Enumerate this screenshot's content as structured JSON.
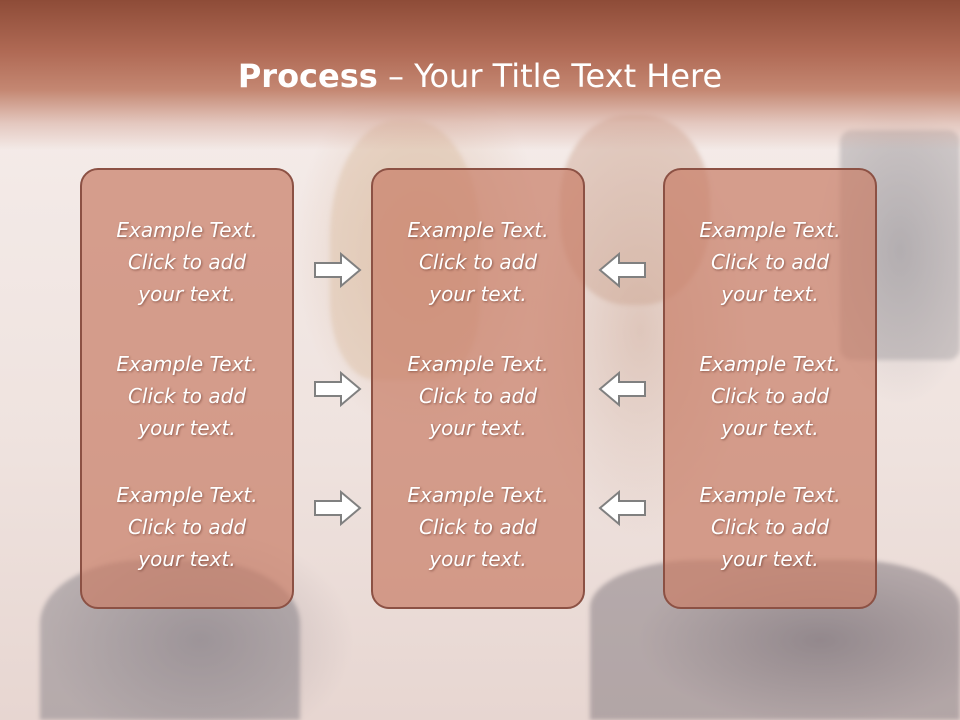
{
  "slide": {
    "title_bold": "Process",
    "title_dash": " – ",
    "title_rest": "Your Title Text Here"
  },
  "columns": [
    {
      "blocks": [
        {
          "line1": "Example Text.",
          "line2": "Click  to add",
          "line3": "your text."
        },
        {
          "line1": "Example Text.",
          "line2": "Click  to add",
          "line3": "your text."
        },
        {
          "line1": "Example Text.",
          "line2": "Click  to add",
          "line3": "your text."
        }
      ]
    },
    {
      "blocks": [
        {
          "line1": "Example Text.",
          "line2": "Click  to add",
          "line3": "your text."
        },
        {
          "line1": "Example Text.",
          "line2": "Click  to add",
          "line3": "your text."
        },
        {
          "line1": "Example Text.",
          "line2": "Click  to add",
          "line3": "your text."
        }
      ]
    },
    {
      "blocks": [
        {
          "line1": "Example Text.",
          "line2": "Click  to add",
          "line3": "your text."
        },
        {
          "line1": "Example Text.",
          "line2": "Click  to add",
          "line3": "your text."
        },
        {
          "line1": "Example Text.",
          "line2": "Click  to add",
          "line3": "your text."
        }
      ]
    }
  ],
  "arrows": {
    "left_group": "arrow-right-icon",
    "right_group": "arrow-left-icon"
  },
  "colors": {
    "header": "#b06a55",
    "box_fill": "#c9806a",
    "box_border": "#8c5144",
    "text": "#ffffff"
  }
}
